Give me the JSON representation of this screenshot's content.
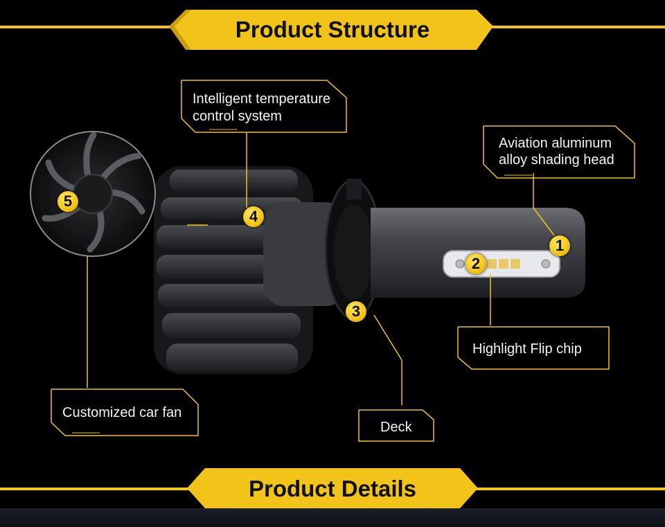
{
  "header": {
    "title": "Product Structure"
  },
  "footer": {
    "title": "Product Details"
  },
  "callouts": {
    "temperature": {
      "line1": "Intelligent temperature",
      "line2": "control system"
    },
    "aviation": {
      "line1": "Aviation aluminum",
      "line2": "alloy shading head"
    },
    "chip": {
      "label": "Highlight Flip chip"
    },
    "fan": {
      "label": "Customized car fan"
    },
    "deck": {
      "label": "Deck"
    }
  },
  "badges": {
    "n1": "1",
    "n2": "2",
    "n3": "3",
    "n4": "4",
    "n5": "5"
  },
  "colors": {
    "accent": "#f2c41a",
    "background": "#000000",
    "text": "#f4f4f4"
  }
}
